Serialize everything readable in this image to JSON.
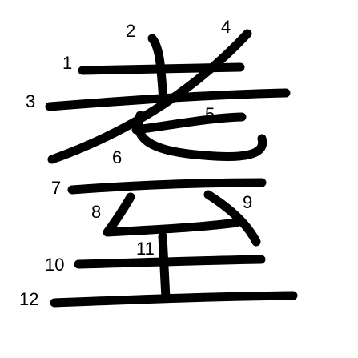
{
  "diagram": {
    "colors": {
      "stroke": "#000000",
      "background": "#ffffff"
    },
    "strokes": [
      {
        "order": "1",
        "label": "1"
      },
      {
        "order": "2",
        "label": "2"
      },
      {
        "order": "3",
        "label": "3"
      },
      {
        "order": "4",
        "label": "4"
      },
      {
        "order": "5",
        "label": "5"
      },
      {
        "order": "6",
        "label": "6"
      },
      {
        "order": "7",
        "label": "7"
      },
      {
        "order": "8",
        "label": "8"
      },
      {
        "order": "9",
        "label": "9"
      },
      {
        "order": "10",
        "label": "10"
      },
      {
        "order": "11",
        "label": "11"
      },
      {
        "order": "12",
        "label": "12"
      }
    ]
  }
}
